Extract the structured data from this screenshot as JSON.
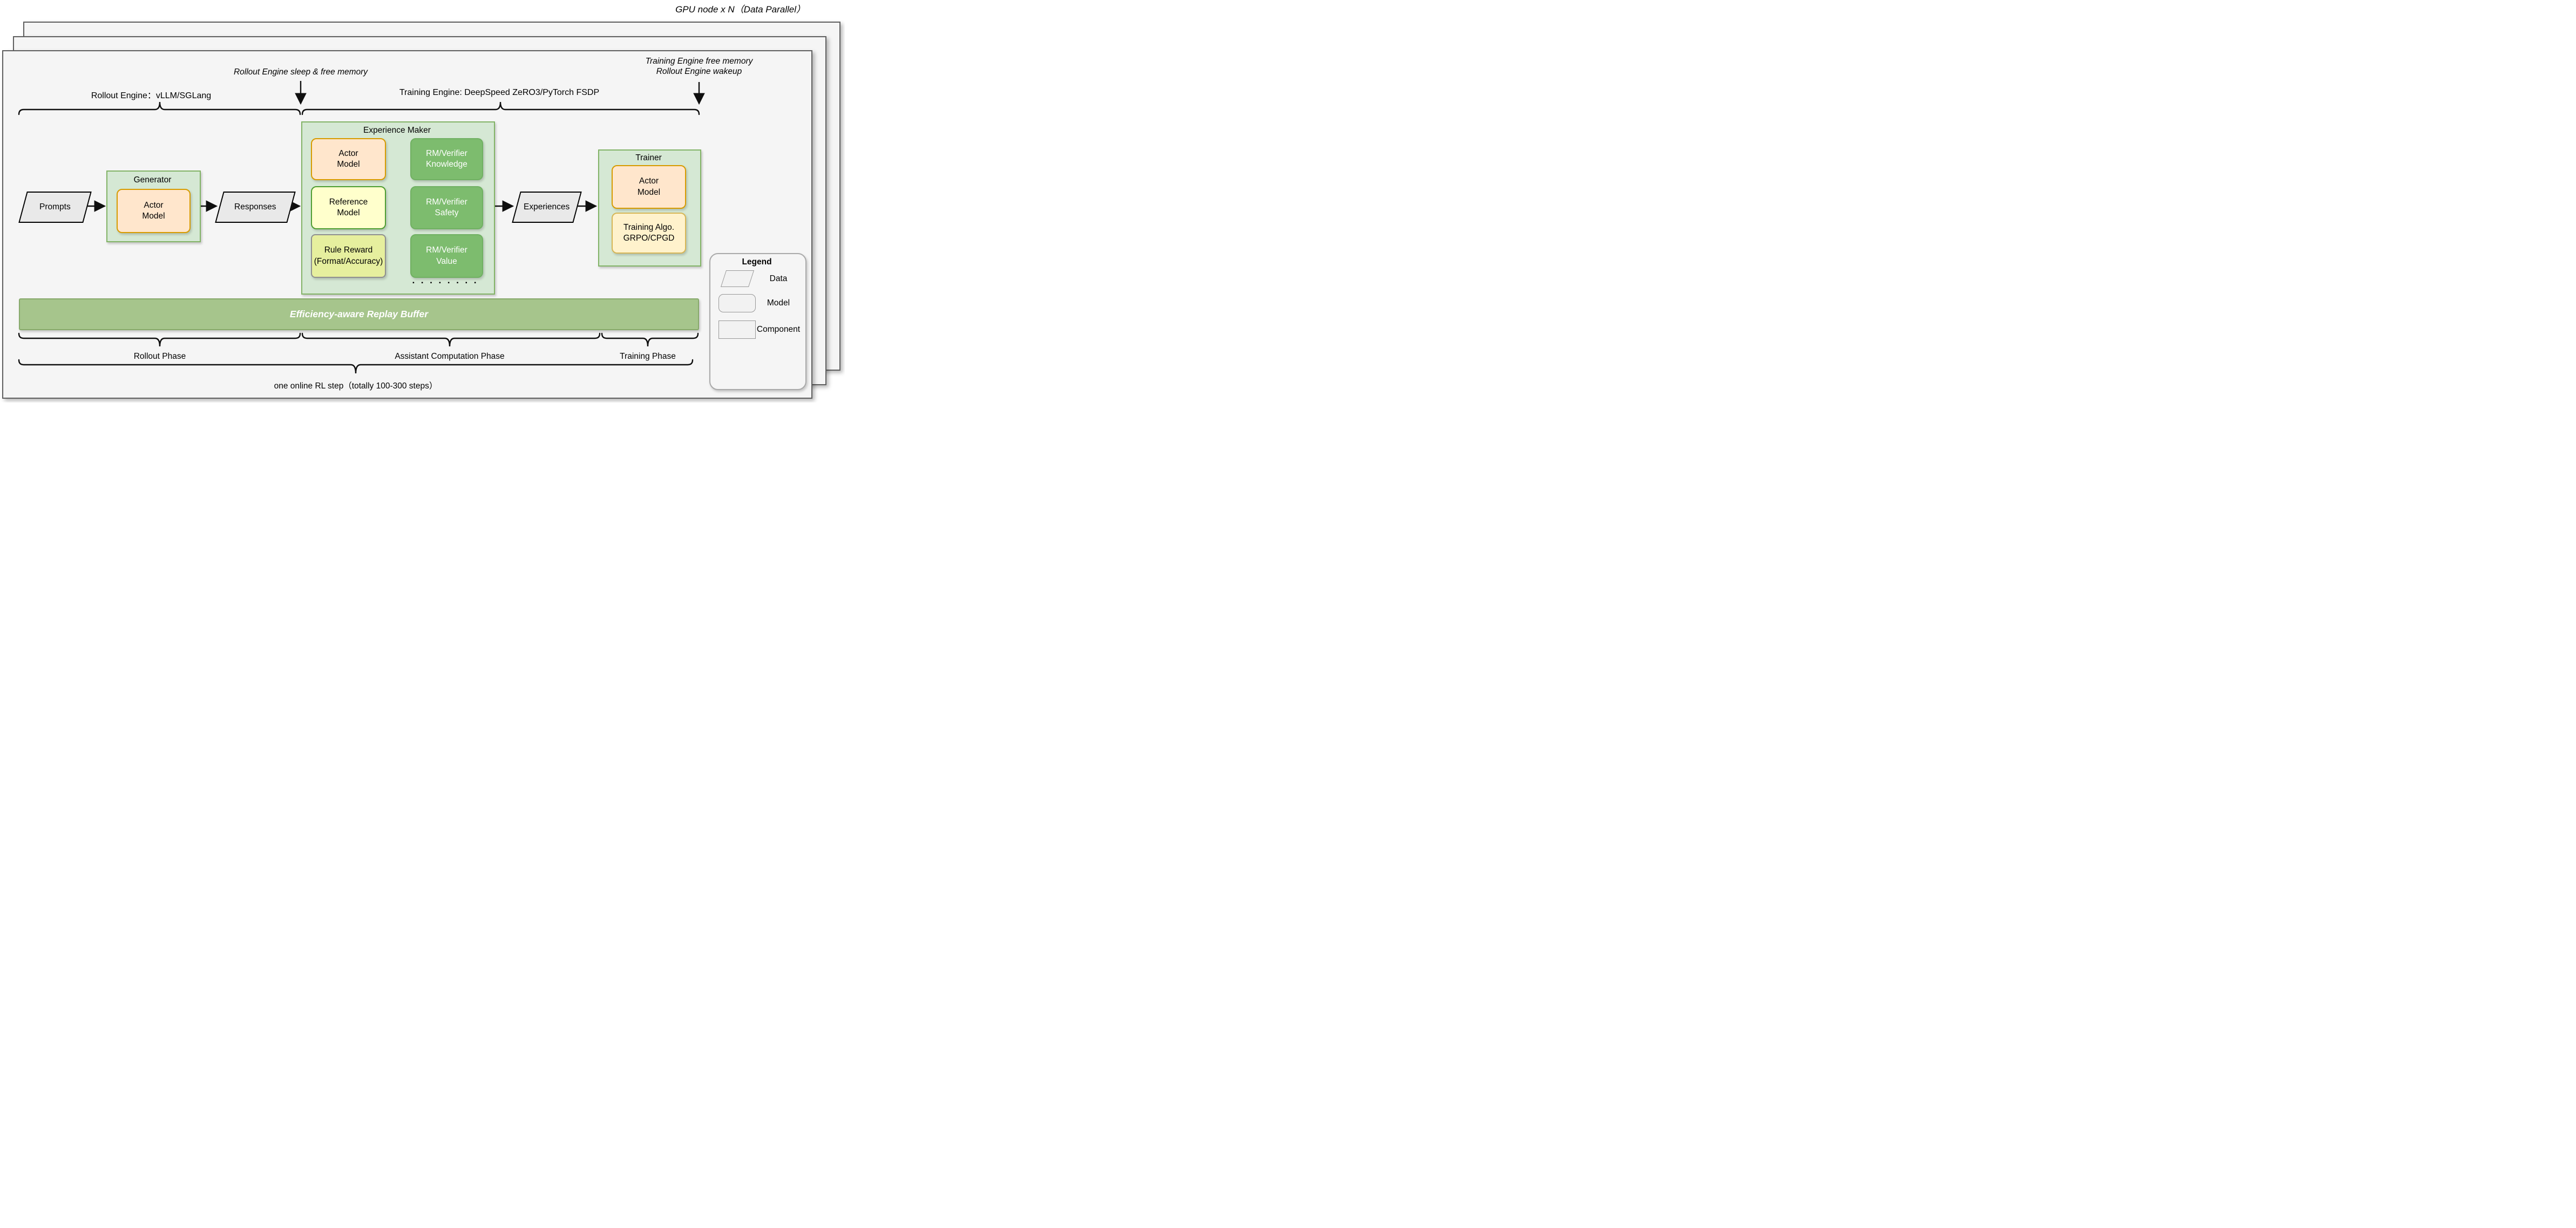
{
  "header": {
    "gpu_note": "GPU node x N（Data Parallel）"
  },
  "annotations": {
    "rollout_sleep": "Rollout Engine sleep & free memory",
    "training_wake": "Training Engine free memory\nRollout Engine wakeup"
  },
  "engines": {
    "rollout": "Rollout Engine：vLLM/SGLang",
    "training": "Training Engine: DeepSpeed ZeRO3/PyTorch FSDP"
  },
  "flow": {
    "prompts": "Prompts",
    "responses": "Responses",
    "experiences": "Experiences"
  },
  "generator": {
    "title": "Generator",
    "actor": "Actor\nModel"
  },
  "experience_maker": {
    "title": "Experience Maker",
    "actor": "Actor\nModel",
    "reference": "Reference\nModel",
    "rule_reward": "Rule Reward\n(Format/Accuracy)",
    "rm_knowledge": "RM/Verifier\nKnowledge",
    "rm_safety": "RM/Verifier\nSafety",
    "rm_value": "RM/Verifier\nValue",
    "dots": "▪ ▪ ▪ ▪ ▪ ▪ ▪ ▪"
  },
  "trainer": {
    "title": "Trainer",
    "actor": "Actor\nModel",
    "algo": "Training Algo.\nGRPO/CPGD"
  },
  "replay_buffer": {
    "label": "Efficiency-aware Replay Buffer"
  },
  "phases": {
    "rollout": "Rollout Phase",
    "assistant": "Assistant Computation Phase",
    "training": "Training Phase",
    "step_note": "one online RL step（totally 100-300 steps）"
  },
  "legend": {
    "title": "Legend",
    "items": [
      {
        "shape": "parallelogram",
        "label": "Data"
      },
      {
        "shape": "rounded-rect",
        "label": "Model"
      },
      {
        "shape": "rect",
        "label": "Component"
      }
    ]
  },
  "colors": {
    "container_green": "#d5e8d4",
    "container_border": "#82b366",
    "model_peach": "#ffe6cc",
    "peach_border": "#d79b00",
    "rm_green": "#7dbc6e",
    "buffer_green": "#a6c58c",
    "reference_yellow": "#ffffcc",
    "rule_reward_yellow": "#e6ef9e",
    "algo_cream": "#fff2cc",
    "data_gray": "#e9e9e9",
    "sheet_gray": "#f5f5f5"
  }
}
